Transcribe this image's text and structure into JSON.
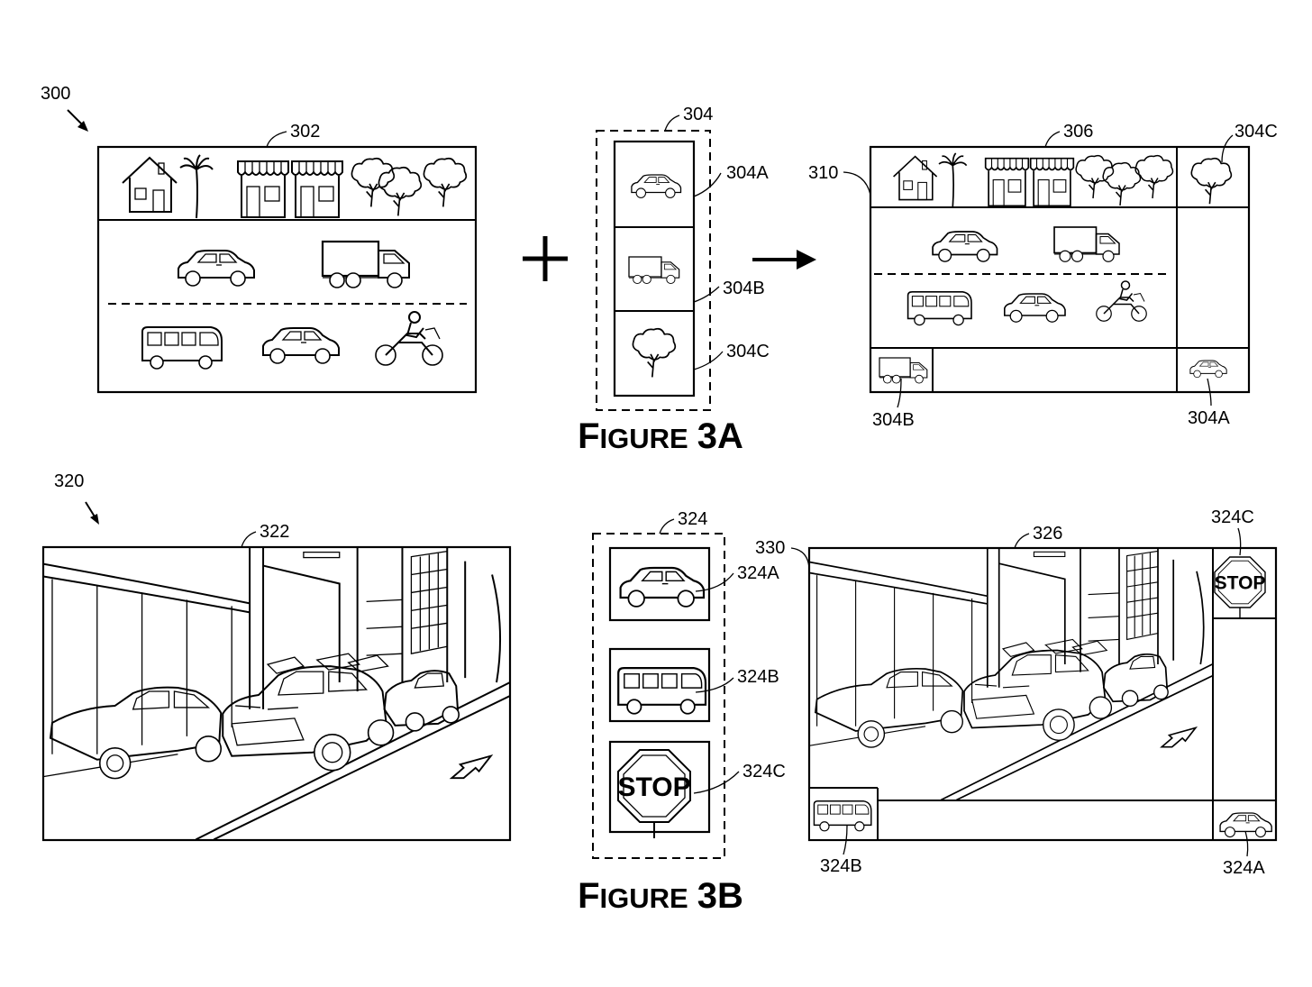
{
  "figure_3a": {
    "title_first": "F",
    "title_rest": "IGURE",
    "title_num": "3A",
    "ref_system": "300",
    "ref_source_image": "302",
    "ref_object_set": "304",
    "ref_object_a": "304A",
    "ref_object_b": "304B",
    "ref_object_c": "304C",
    "ref_result_image": "306",
    "ref_composite": "310",
    "ref_out_c": "304C",
    "ref_out_b": "304B",
    "ref_out_a": "304A"
  },
  "figure_3b": {
    "title_first": "F",
    "title_rest": "IGURE",
    "title_num": "3B",
    "ref_system": "320",
    "ref_source_image": "322",
    "ref_object_set": "324",
    "ref_object_a": "324A",
    "ref_object_b": "324B",
    "ref_object_c": "324C",
    "ref_result_image": "326",
    "ref_composite": "330",
    "ref_out_c": "324C",
    "ref_out_b": "324B",
    "ref_out_a": "324A",
    "stop_sign_text": "STOP"
  },
  "colors": {
    "ink": "#000000",
    "paper": "#ffffff"
  },
  "icons": [
    "house-icon",
    "palm-tree-icon",
    "storefront-icon",
    "tree-icon",
    "car-icon",
    "truck-icon",
    "bus-icon",
    "motorcycle-icon",
    "stop-sign-icon",
    "arrow-icon",
    "plus-icon"
  ]
}
